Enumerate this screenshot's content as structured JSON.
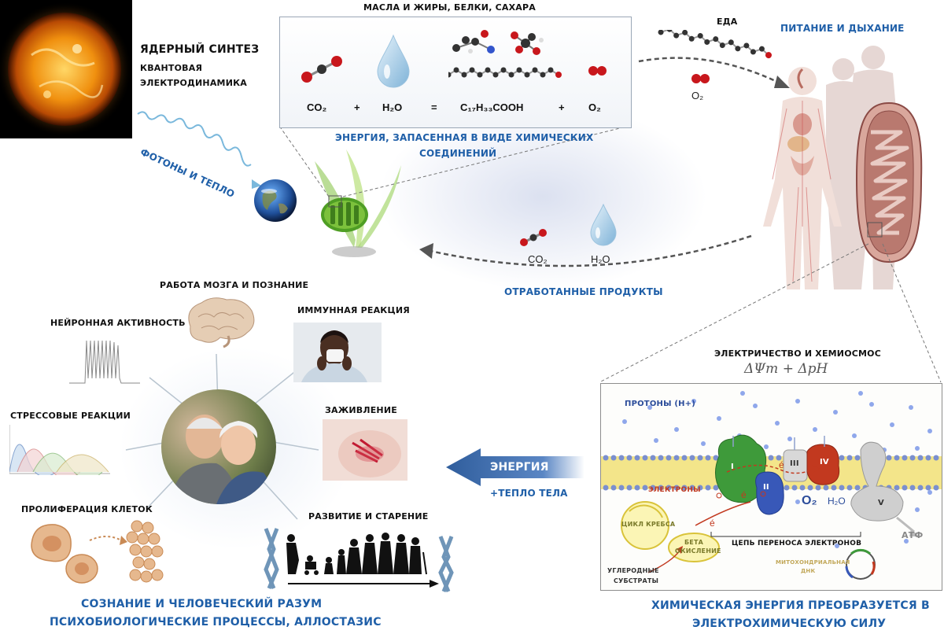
{
  "colors": {
    "accent_blue": "#1f5fa8",
    "arrow_grey": "#555555",
    "membrane_yellow": "#f3e58a",
    "proton_blue": "#5577dd"
  },
  "sun": {
    "title": "ЯДЕРНЫЙ СИНТЕЗ",
    "sub1": "КВАНТОВАЯ",
    "sub2": "ЭЛЕКТРОДИНАМИКА"
  },
  "photons_label": "ФОТОНЫ И ТЕПЛО",
  "equation": {
    "header": "МАСЛА И ЖИРЫ, БЕЛКИ, САХАРА",
    "co2": "CO₂",
    "plus1": "+",
    "h2o": "H₂O",
    "eq": "=",
    "acid": "C₁₇H₃₃COOH",
    "plus2": "+",
    "o2": "O₂",
    "stored_line1": "ЭНЕРГИЯ, ЗАПАСЕННАЯ В ВИДЕ ХИМИЧЕСКИХ",
    "stored_line2": "СОЕДИНЕНИЙ"
  },
  "food": {
    "label": "ЕДА",
    "o2": "O₂"
  },
  "nutrition_label": "ПИТАНИЕ И ДЫХАНИЕ",
  "waste": {
    "co2": "CO₂",
    "h2o": "H₂O",
    "label": "ОТРАБОТАННЫЕ ПРОДУКТЫ"
  },
  "mind": {
    "brain": "РАБОТА МОЗГА И ПОЗНАНИЕ",
    "neuron": "НЕЙРОННАЯ АКТИВНОСТЬ",
    "immune": "ИММУННАЯ РЕАКЦИЯ",
    "stress": "СТРЕССОВЫЕ РЕАКЦИИ",
    "healing": "ЗАЖИВЛЕНИЕ",
    "prolif": "ПРОЛИФЕРАЦИЯ КЛЕТОК",
    "aging": "РАЗВИТИЕ И СТАРЕНИЕ",
    "bottom1": "СОЗНАНИЕ И ЧЕЛОВЕЧЕСКИЙ РАЗУМ",
    "bottom2": "ПСИХОБИОЛОГИЧЕСКИЕ ПРОЦЕССЫ, АЛЛОСТАЗИС"
  },
  "energy_arrow": {
    "label": "ЭНЕРГИЯ",
    "heat": "+ТЕПЛО ТЕЛА"
  },
  "chemiosmosis": {
    "title": "ЭЛЕКТРИЧЕСТВО И ХЕМИОСМОС",
    "formula": "ΔΨm + ΔpH",
    "protons": "ПРОТОНЫ (H+)",
    "electrons": "ЭЛЕКТРОНЫ",
    "krebs": "ЦИКЛ КРЕБСА",
    "beta1": "БЕТА",
    "beta2": "ОКИСЛЕНИЕ",
    "carbon1": "УГЛЕРОДНЫЕ",
    "carbon2": "СУБСТРАТЫ",
    "chain": "ЦЕПЬ ПЕРЕНОСА ЭЛЕКТРОНОВ",
    "mtdna1": "МИТОХОНДРИАЛЬНАЯ",
    "mtdna2": "ДНК",
    "atf": "АТФ",
    "c1": "I",
    "c2": "II",
    "c3": "III",
    "c4": "IV",
    "c5": "V",
    "o2": "O₂",
    "h2o": "H₂O",
    "e": "é",
    "bottom1": "ХИМИЧЕСКАЯ ЭНЕРГИЯ ПРЕОБРАЗУЕТСЯ В",
    "bottom2": "ЭЛЕКТРОХИМИЧЕСКУЮ СИЛУ"
  }
}
